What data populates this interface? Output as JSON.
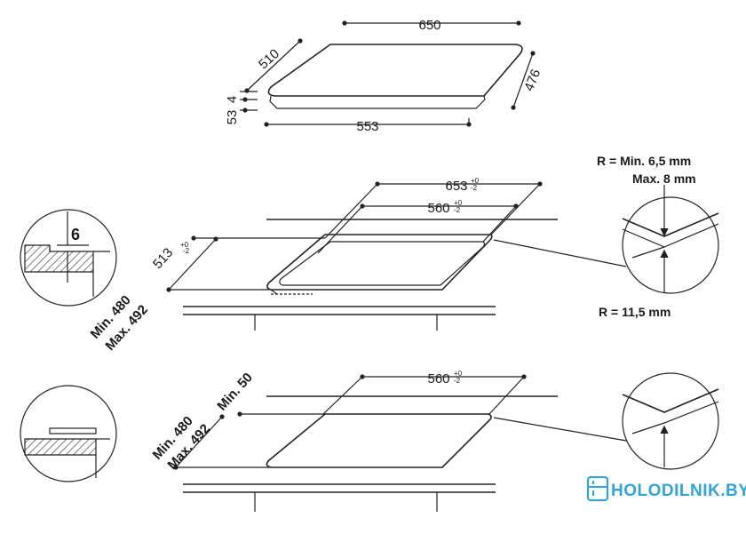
{
  "top_view": {
    "width": "650",
    "depth": "510",
    "side": "476",
    "cutout_width": "553",
    "thickness_glass": "4",
    "thickness_body": "53"
  },
  "flush_mount": {
    "top_width": "653",
    "top_width_tol": "+0\n-2",
    "inner_width": "560",
    "inner_width_tol": "+0\n-2",
    "depth": "513",
    "depth_tol": "+0\n-2",
    "min_label": "Min. 480",
    "max_label": "Max. 492",
    "detail_value": "6",
    "radius_outer_1": "R = Min. 6,5 mm",
    "radius_outer_2": "Max. 8 mm",
    "radius_inner": "R = 11,5 mm"
  },
  "standard_mount": {
    "width": "560",
    "width_tol": "+0\n-2",
    "min_label": "Min. 480",
    "max_label": "Max. 492",
    "min_front": "Min. 50"
  },
  "brand": {
    "name": "HOLODILNIK.BY",
    "color": "#33a3d9"
  }
}
